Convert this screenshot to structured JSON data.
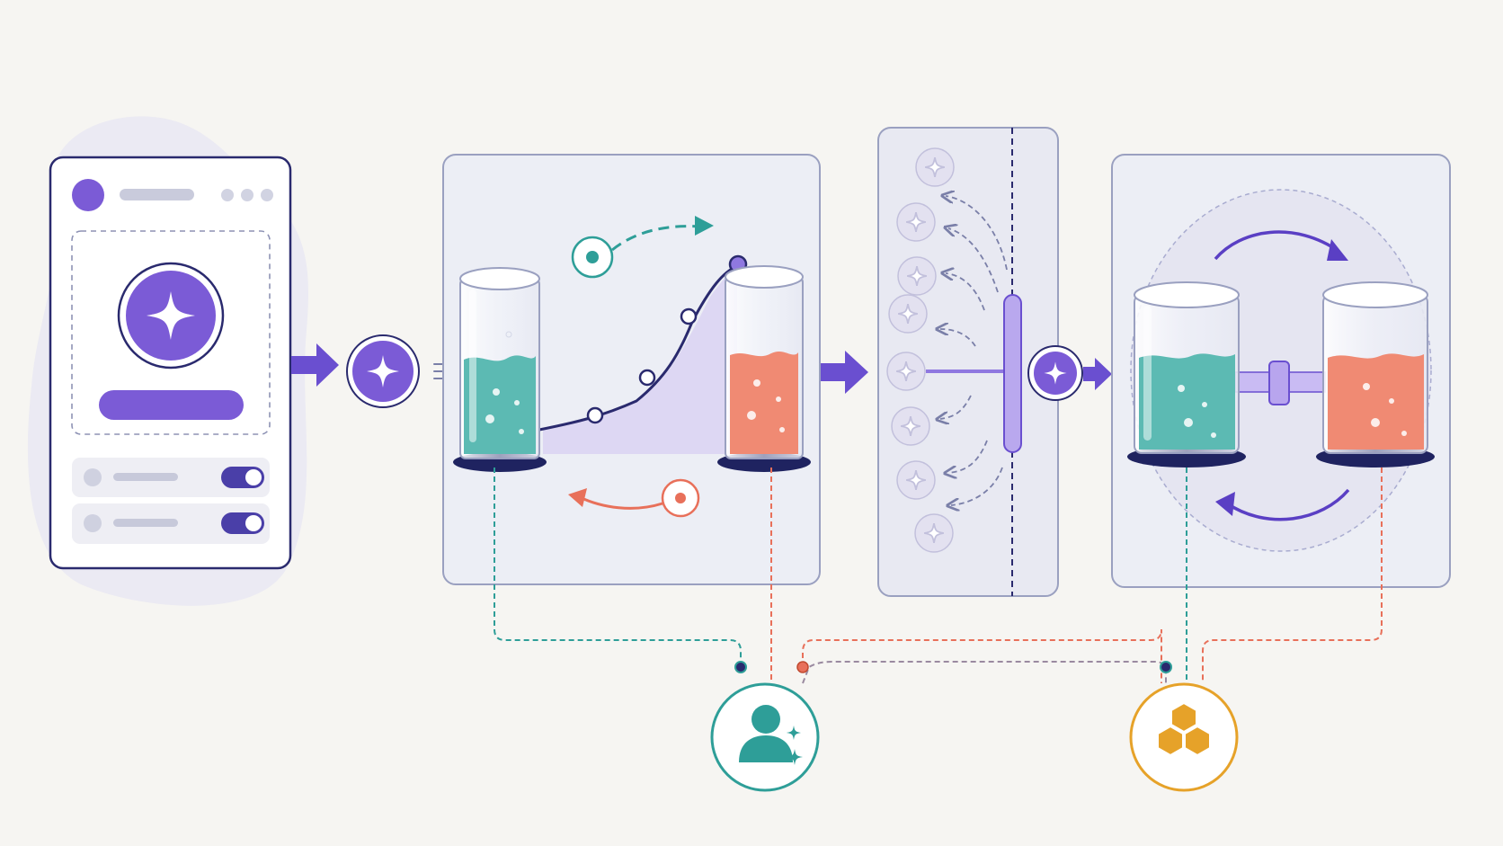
{
  "diagram": {
    "colors": {
      "background": "#f6f5f2",
      "accent": "#7b5bd6",
      "accent_dark": "#2a2a6e",
      "teal": "#2e9e98",
      "teal_liquid": "#5cbab3",
      "coral": "#e8705a",
      "coral_liquid": "#f08a73",
      "gold": "#e6a229",
      "panel_fill": "#eceef5",
      "panel_stroke": "#9aa0c0"
    },
    "nodes": [
      {
        "name": "app-card",
        "icon": "sparkle-icon",
        "kind": "mobile-ui-card"
      },
      {
        "name": "sparkle-token",
        "icon": "sparkle-icon"
      },
      {
        "name": "transfer-panel",
        "contents": [
          "teal-beaker",
          "curve",
          "coral-beaker"
        ]
      },
      {
        "name": "membrane-panel",
        "icon": "sparkle-icon"
      },
      {
        "name": "exchange-panel",
        "contents": [
          "teal-beaker",
          "connector-pipe",
          "coral-beaker"
        ]
      },
      {
        "name": "user-node",
        "icon": "user-sparkle-icon",
        "color": "#2e9e98"
      },
      {
        "name": "cluster-node",
        "icon": "hexagon-cluster-icon",
        "color": "#e6a229"
      }
    ],
    "app_card": {
      "toggles": [
        {
          "state": "on"
        },
        {
          "state": "on"
        }
      ]
    }
  }
}
